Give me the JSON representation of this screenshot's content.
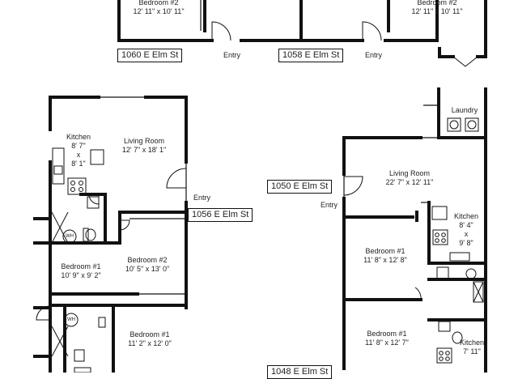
{
  "units": {
    "u1060": {
      "address": "1060 E Elm St",
      "entry": "Entry",
      "rooms": [
        {
          "name": "Bedroom #2",
          "size": "12' 11\" x 10' 11\""
        }
      ]
    },
    "u1058": {
      "address": "1058 E Elm St",
      "entry": "Entry",
      "rooms": [
        {
          "name": "Bedroom #2",
          "size": "12' 11\" x 10' 11\""
        }
      ]
    },
    "u1056": {
      "address": "1056 E Elm St",
      "entry": "Entry",
      "rooms": [
        {
          "name": "Kitchen",
          "size_lines": [
            "8' 7\"",
            "x",
            "8' 1\""
          ]
        },
        {
          "name": "Living Room",
          "size": "12' 7\" x 18' 1\""
        },
        {
          "name": "Bedroom #2",
          "size": "10' 5\" x 13' 0\""
        },
        {
          "name": "Bedroom #1",
          "size": "10' 9\" x 9' 2\""
        }
      ]
    },
    "u1050": {
      "address": "1050 E Elm St",
      "entry": "Entry",
      "rooms": [
        {
          "name": "Laundry"
        },
        {
          "name": "Living Room",
          "size": "22' 7\" x 12' 11\""
        },
        {
          "name": "Kitchen",
          "size_lines": [
            "8' 4\"",
            "x",
            "9' 8\""
          ]
        },
        {
          "name": "Bedroom #1",
          "size": "11' 8\" x 12' 8\""
        }
      ]
    },
    "u1048": {
      "address": "1048 E Elm St",
      "rooms": [
        {
          "name": "Bedroom #1",
          "size": "11' 8\" x 12' 7\""
        },
        {
          "name": "Kitchen",
          "size": "7' 11\""
        }
      ]
    },
    "u_sw": {
      "rooms": [
        {
          "name": "Bedroom #1",
          "size": "11' 2\" x 12' 0\""
        }
      ]
    }
  },
  "fixtures": {
    "water_heater": "WH"
  }
}
